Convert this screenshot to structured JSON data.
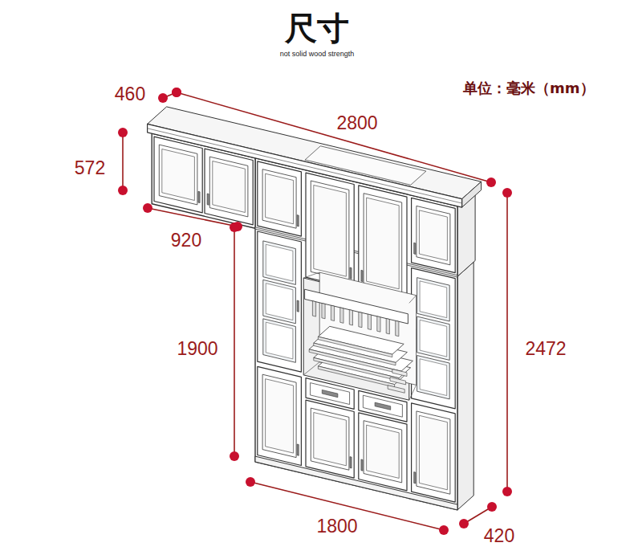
{
  "diagram": {
    "title": "尺寸",
    "labels": [
      "not solid wood strength",
      "单位：毫米（mm）",
      "460",
      "2800",
      "572",
      "920",
      "1900",
      "2472",
      "1800",
      "420"
    ]
  }
}
